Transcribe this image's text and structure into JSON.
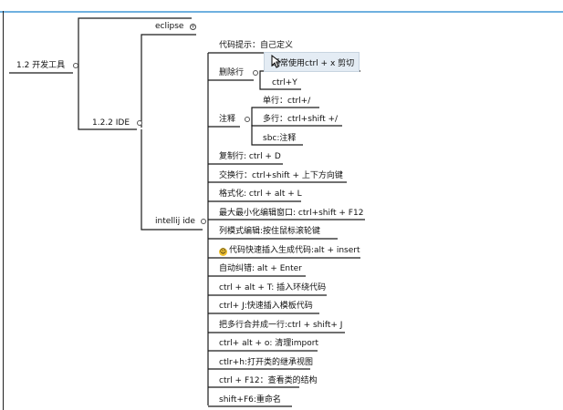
{
  "top": {
    "dev_tools": "1.2 开发工具",
    "ide": "1.2.2 IDE",
    "eclipse": "eclipse",
    "intellij": "intellij ide"
  },
  "items": {
    "hint": "代码提示：自己定义",
    "delete_line": "删除行",
    "delete_sub1": "通常使用ctrl + x 剪切",
    "delete_sub2": "ctrl+Y",
    "comment": "注释",
    "comment_sub1": "单行：ctrl+/",
    "comment_sub2": "多行：ctrl+shift +/",
    "comment_sub3": "sbc:注释",
    "copy_line": "复制行: ctrl + D",
    "swap_line": "交换行：ctrl+shift + 上下方向键",
    "format": "格式化: ctrl + alt + L",
    "maximize": "最大最小化编辑窗口: ctrl+shift +  F12",
    "column_edit": "列模式编辑:按住鼠标滚轮键",
    "quick_insert": "代码快速插入生成代码:alt + insert",
    "auto_fix": "自动纠错: alt + Enter",
    "surround": "ctrl + alt + T: 插入环绕代码",
    "template": "ctrl+ J:快速插入模板代码",
    "join_lines": "把多行合并成一行:ctrl + shift+ J",
    "clean_import": "ctrl+ alt + o: 清理import",
    "hierarchy": "ctlr+h:打开类的继承视图",
    "structure": "ctrl + F12：查看类的结构",
    "rename": "shift+F6:重命名"
  },
  "colors": {
    "line": "#1a1a1a",
    "accent": "#6fb0df",
    "emoji": "#f2c230"
  }
}
